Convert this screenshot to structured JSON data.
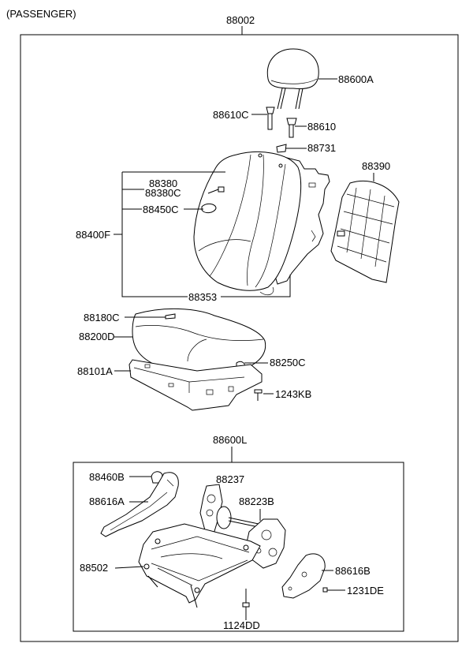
{
  "header": {
    "variant": "(PASSENGER)"
  },
  "assembly": {
    "number": "88002"
  },
  "subassembly": {
    "number": "88600L"
  },
  "labels": {
    "p88600A": "88600A",
    "p88610C": "88610C",
    "p88610": "88610",
    "p88731": "88731",
    "p88380": "88380",
    "p88380C": "88380C",
    "p88450C": "88450C",
    "p88400F": "88400F",
    "p88390": "88390",
    "p88353": "88353",
    "p88180C": "88180C",
    "p88200D": "88200D",
    "p88250C": "88250C",
    "p88101A": "88101A",
    "p1243KB": "1243KB",
    "p88460B": "88460B",
    "p88237": "88237",
    "p88616A": "88616A",
    "p88223B": "88223B",
    "p88502": "88502",
    "p88616B": "88616B",
    "p1231DE": "1231DE",
    "p1124DD": "1124DD"
  }
}
